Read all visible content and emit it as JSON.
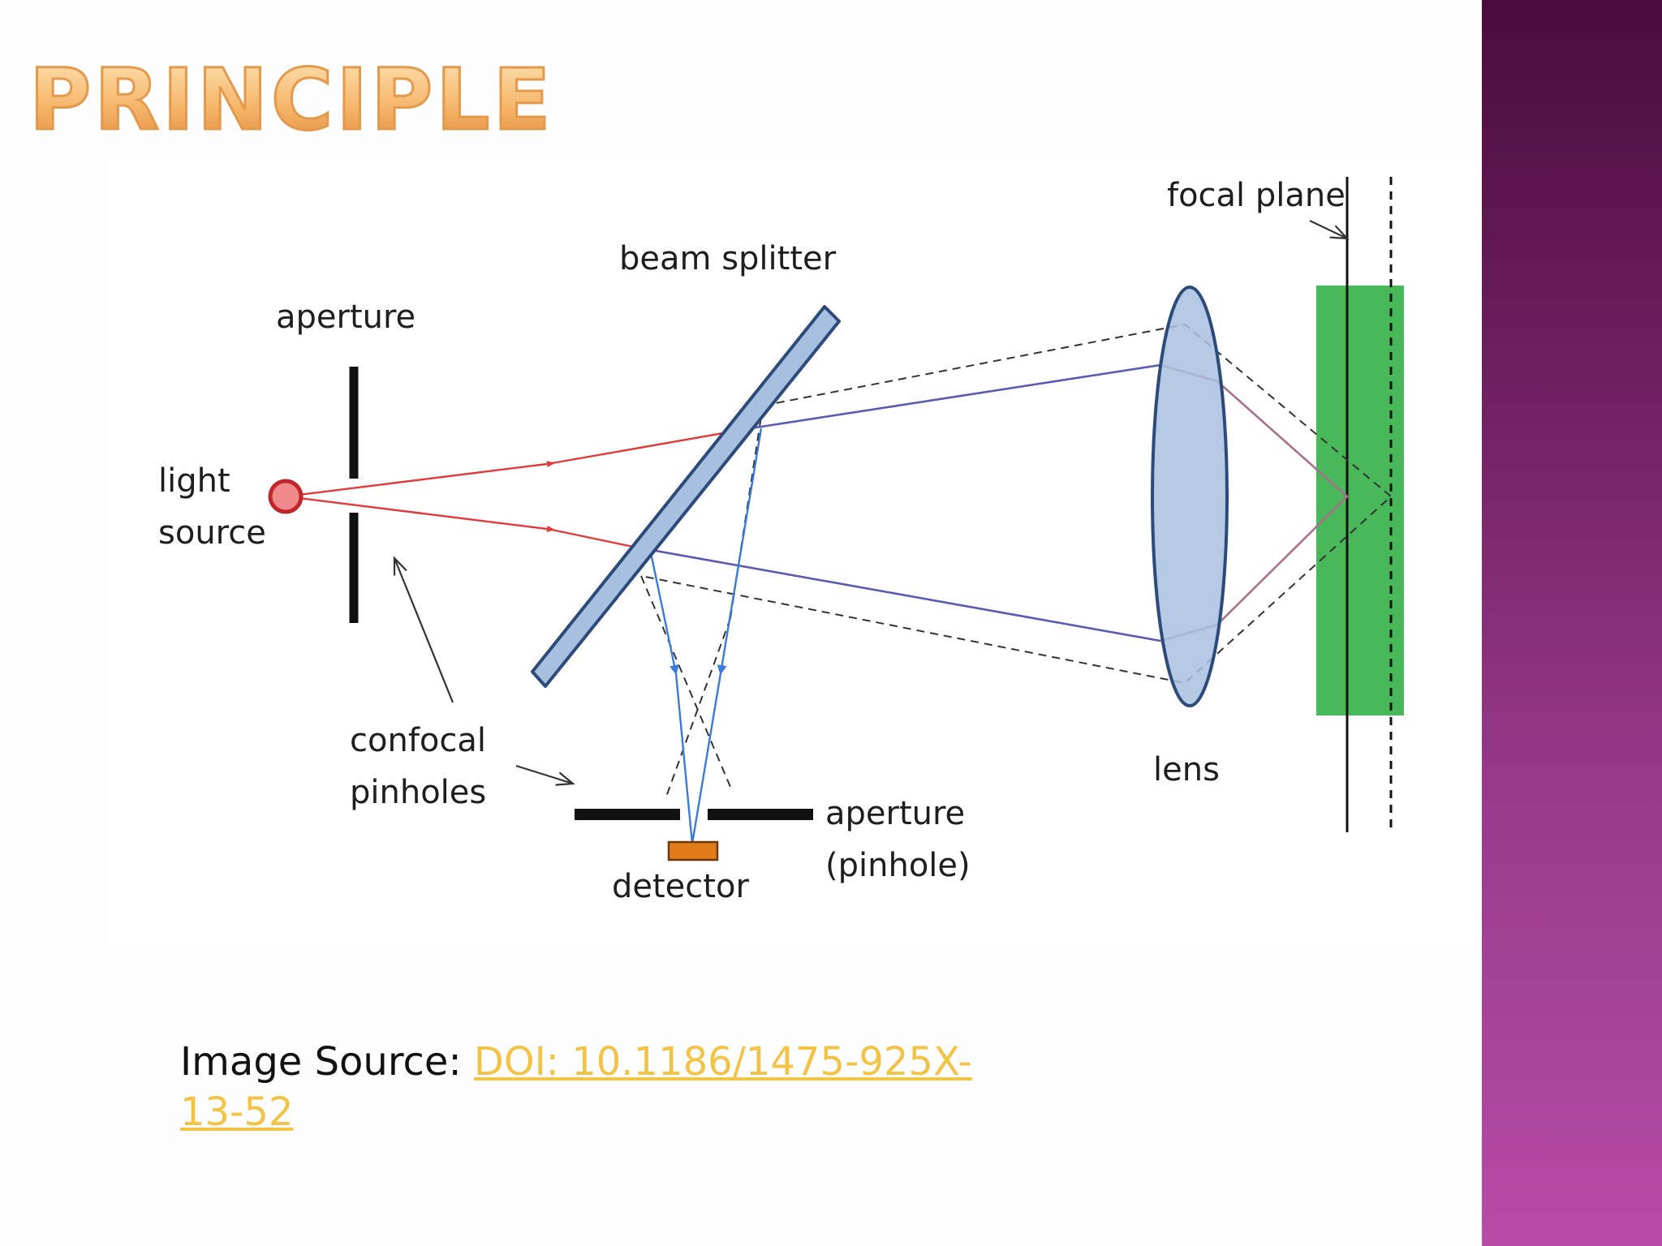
{
  "slide": {
    "title": "PRINCIPLE",
    "colors": {
      "title_fill": "#f6b86e",
      "sidebar": "#8a2f7c",
      "link": "#f3c346"
    }
  },
  "diagram": {
    "labels": {
      "light_source_1": "light",
      "light_source_2": "source",
      "aperture_top": "aperture",
      "beam_splitter": "beam splitter",
      "focal_plane": "focal plane",
      "confocal_1": "confocal",
      "confocal_2": "pinholes",
      "lens": "lens",
      "aperture_pinhole_1": "aperture",
      "aperture_pinhole_2": "(pinhole)",
      "detector": "detector"
    },
    "colors": {
      "illumination_ray": "#e03a3a",
      "return_ray": "#5a5ab4",
      "detector_ray": "#3a7ad8",
      "optics": "#a8c0e0",
      "optics_stroke": "#2c4a7a",
      "specimen": "#48b85a",
      "detector": "#e07a1a"
    }
  },
  "source": {
    "prefix": "Image Source: ",
    "link_text": "DOI: 10.1186/1475-925X-13-52"
  }
}
